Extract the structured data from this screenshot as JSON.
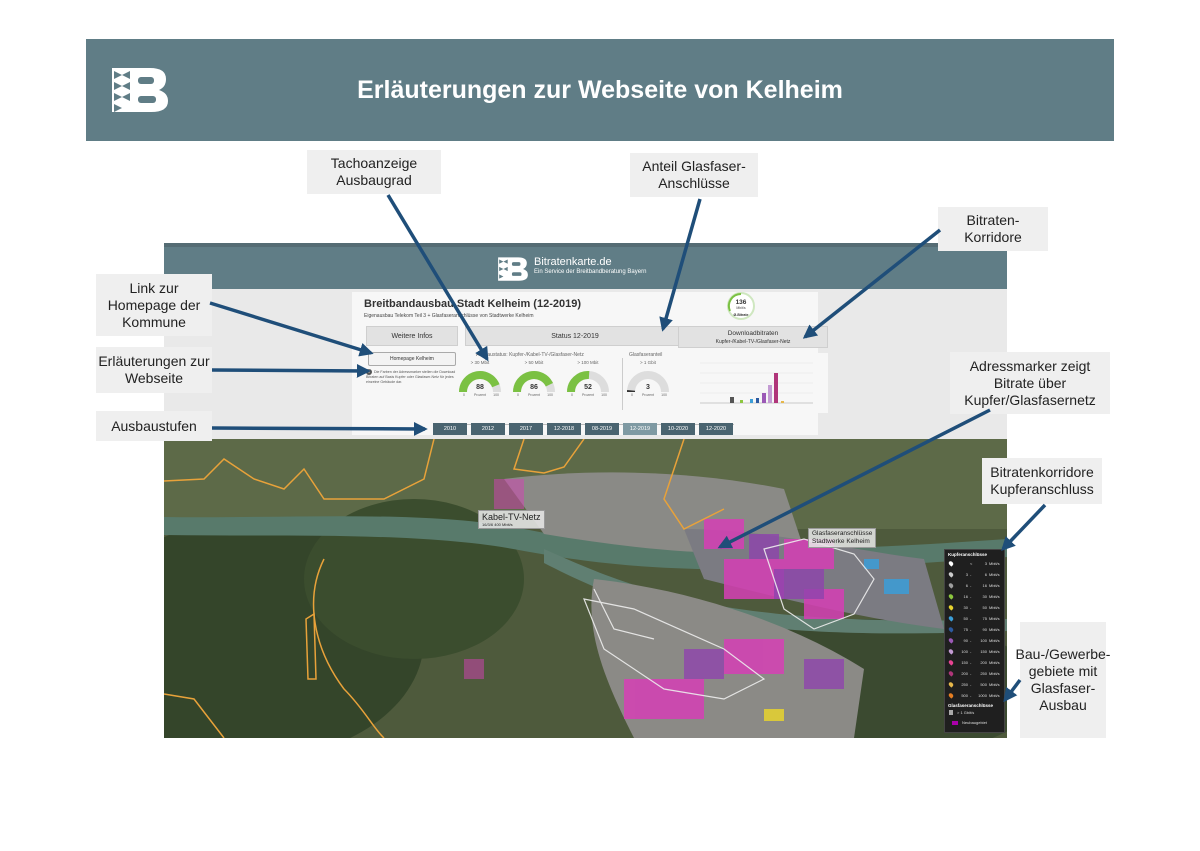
{
  "title": "Erläuterungen zur Webseite von Kelheim",
  "callouts": {
    "tachoanzeige": "Tachoanzeige Ausbaugrad",
    "anteil_glasfaser": "Anteil Glasfaser-Anschlüsse",
    "bitraten_korridore": "Bitraten-Korridore",
    "link_homepage": "Link zur Homepage der Kommune",
    "erlaeuterungen": "Erläuterungen zur Webseite",
    "ausbaustufen": "Ausbaustufen",
    "adressmarker": "Adressmarker zeigt Bitrate über Kupfer/Glasfasernetz",
    "bitratenkorridore_kupfer": "Bitratenkorridore Kupferanschluss",
    "gewerbegebiete": "Bau-/Gewerbe-gebiete mit Glasfaser-Ausbau"
  },
  "site": {
    "brand": "Bitratenkarte.de",
    "subtitle": "Ein Service der Breitbandberatung Bayern",
    "panel_title": "Breitbandausbau Stadt Kelheim (12-2019)",
    "panel_subtitle": "Eigenausbau Telekom Teil 3 + Glasfaseranschlüsse von Stadtwerke Kelheim",
    "tab_infos": "Weitere Infos",
    "tab_status": "Status 12-2019",
    "tab_download_1": "Downloadbitraten",
    "tab_download_2": "Kupfer-/Kabel-TV-/Glasfaser-Netz",
    "homepage_button": "Homepage Kelheim",
    "info_note": "Die Farben der Adressmarker stellen die Download Bitraten auf Basis Kupfer oder Glasfaser-Netz für jedes einzelne Gebäude dar.",
    "ausbaustatus_label": "Ausbaustatus: Kupfer-/Kabel-TV-/Glasfaser-Netz",
    "glasfaseranteil_label": "Glasfaseranteil",
    "badge_number": "136",
    "badge_word": "Mbit/s",
    "badge_brand": "Ø-Bitrate",
    "gauges": [
      {
        "threshold": "> 30 Mbit",
        "value": "88",
        "pct": "Prozent",
        "min": "0",
        "max": "100",
        "fraction": 0.88,
        "color": "#7bc143"
      },
      {
        "threshold": "> 50 Mbit",
        "value": "86",
        "pct": "Prozent",
        "min": "0",
        "max": "100",
        "fraction": 0.86,
        "color": "#7bc143"
      },
      {
        "threshold": "> 100 Mbit",
        "value": "52",
        "pct": "Prozent",
        "min": "0",
        "max": "100",
        "fraction": 0.52,
        "color": "#7bc143"
      },
      {
        "threshold": "> 1 Gbit",
        "value": "3",
        "pct": "Prozent",
        "min": "0",
        "max": "100",
        "fraction": 0.03,
        "color": "#333333"
      }
    ],
    "years": [
      "2010",
      "2012",
      "2017",
      "12-2018",
      "08-2019",
      "12-2019",
      "10-2020",
      "12-2020"
    ],
    "active_year": "12-2019"
  },
  "map": {
    "label_kabel": "Kabel-TV-Netz",
    "label_kabel_sub": "16/3/6 400 Mbit/s",
    "label_glas_1": "Glasfaseranschlüsse",
    "label_glas_2": "Stadtwerke Kelheim"
  },
  "legend": {
    "title": "Kupferanschlüsse",
    "rows": [
      {
        "a": "",
        "s": "<",
        "b": "3",
        "u": "Mbit/s",
        "color": "#ffffff"
      },
      {
        "a": "3",
        "s": "-",
        "b": "6",
        "u": "Mbit/s",
        "color": "#cccccc"
      },
      {
        "a": "6",
        "s": "-",
        "b": "16",
        "u": "Mbit/s",
        "color": "#9e9e9e"
      },
      {
        "a": "16",
        "s": "-",
        "b": "30",
        "u": "Mbit/s",
        "color": "#8cc63f"
      },
      {
        "a": "30",
        "s": "-",
        "b": "50",
        "u": "Mbit/s",
        "color": "#e6d22e"
      },
      {
        "a": "50",
        "s": "-",
        "b": "75",
        "u": "Mbit/s",
        "color": "#3b9ed8"
      },
      {
        "a": "75",
        "s": "-",
        "b": "90",
        "u": "Mbit/s",
        "color": "#2c5aa0"
      },
      {
        "a": "90",
        "s": "-",
        "b": "100",
        "u": "Mbit/s",
        "color": "#9b59b6"
      },
      {
        "a": "100",
        "s": "-",
        "b": "150",
        "u": "Mbit/s",
        "color": "#c39bd3"
      },
      {
        "a": "150",
        "s": "-",
        "b": "200",
        "u": "Mbit/s",
        "color": "#e84393"
      },
      {
        "a": "200",
        "s": "-",
        "b": "250",
        "u": "Mbit/s",
        "color": "#b0357a"
      },
      {
        "a": "250",
        "s": "-",
        "b": "500",
        "u": "Mbit/s",
        "color": "#e6b74a"
      },
      {
        "a": "500",
        "s": "-",
        "b": "1000",
        "u": "Mbit/s",
        "color": "#e67e22"
      }
    ],
    "title2": "Glasfaseranschlüsse",
    "glas_text": ">   1   Gbit/s",
    "neubau_text": "Neubaugebiet"
  },
  "colors": {
    "banner": "#607d86",
    "arrow": "#1f4e79",
    "callout_bg": "#efefef"
  }
}
